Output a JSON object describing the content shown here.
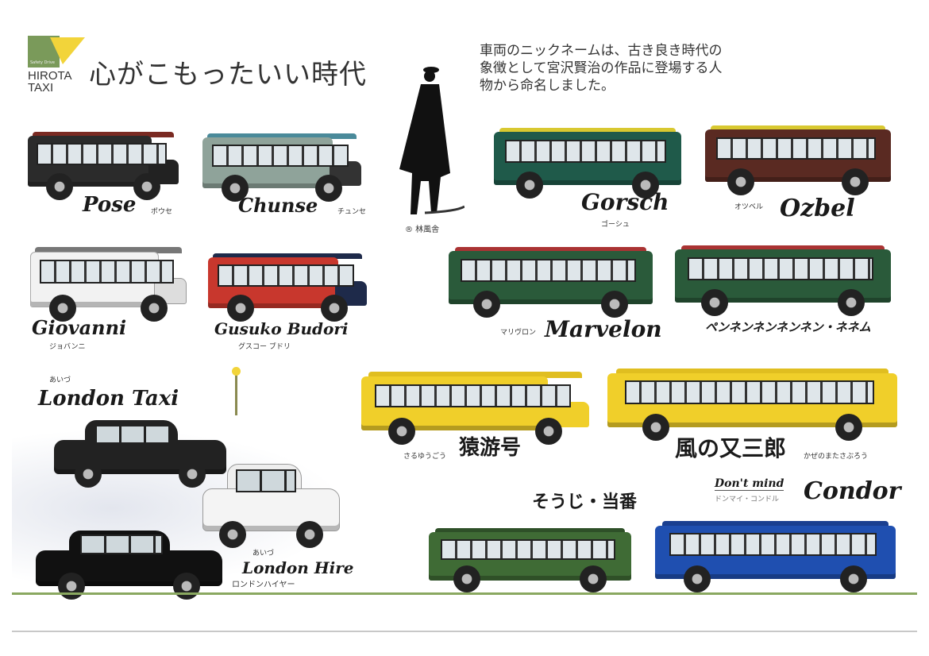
{
  "logo": {
    "brand_line1": "HIROTA",
    "brand_line2": "TAXI",
    "tagline": "Safety Drive",
    "green": "#7a9a5a",
    "yellow": "#f2d43a"
  },
  "headline": "心がこもったいい時代",
  "description": "車両のニックネームは、古き良き時代の象徴として宮沢賢治の作品に登場する人物から命名しました。",
  "illustration_credit": "® 林風舎",
  "vehicles": [
    {
      "name": "Pose",
      "kana": "ポウセ",
      "color": "#2b2b2b"
    },
    {
      "name": "Chunse",
      "kana": "チュンセ",
      "color": "#8fa39a"
    },
    {
      "name": "Gorsch",
      "kana": "ゴーシュ",
      "color": "#1f5a4a"
    },
    {
      "name": "Ozbel",
      "kana": "オツベル",
      "color": "#5a2a22"
    },
    {
      "name": "Giovanni",
      "kana": "ジョバンニ",
      "color": "#f2f2f2"
    },
    {
      "name": "Gusuko Budori",
      "kana": "グスコー ブドリ",
      "color": "#c8372d"
    },
    {
      "name": "Marvelon",
      "kana": "マリヴロン",
      "color": "#2a5a3a"
    },
    {
      "name": "ペンネンネンネンネン・ネネム",
      "kana": "",
      "color": "#2a5a3a"
    },
    {
      "name": "London Taxi",
      "kana": "あいづ",
      "color": "#222222"
    },
    {
      "name": "",
      "kana": "",
      "color": "#f4f4f4"
    },
    {
      "name": "London Hire",
      "kana": "ロンドンハイヤー",
      "prefix": "あいづ",
      "color": "#111111"
    },
    {
      "name": "猿游号",
      "kana": "さるゆうごう",
      "color": "#f0cf2a"
    },
    {
      "name": "風の又三郎",
      "kana": "かぜのまたさぶろう",
      "color": "#f0cf2a"
    },
    {
      "name": "そうじ・当番",
      "kana": "",
      "color": "#3f6b35"
    },
    {
      "name": "Condor",
      "prefix": "Don't mind",
      "kana": "ドンマイ・コンドル",
      "color": "#1f4fb0"
    }
  ]
}
